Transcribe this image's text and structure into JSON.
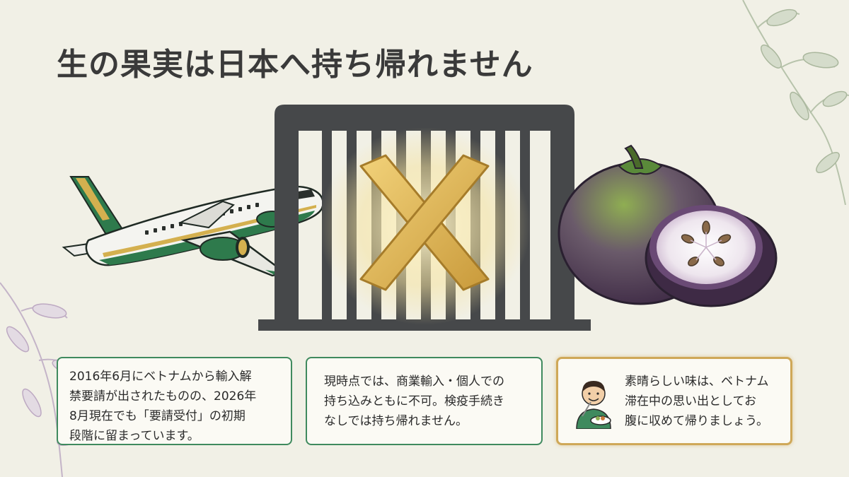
{
  "title": "生の果実は日本へ持ち帰れません",
  "cards": [
    {
      "lines": [
        "2016年6月にベトナムから輸入解",
        "禁要請が出されたものの、2026年",
        "8月現在でも「要請受付」の初期",
        "段階に留まっています。"
      ]
    },
    {
      "lines": [
        "現時点では、商業輸入・個人での",
        "持ち込みともに不可。検疫手続き",
        "なしでは持ち帰れません。"
      ]
    },
    {
      "lines": [
        "素晴らしい味は、ベトナム",
        "滞在中の思い出としてお",
        "腹に収めて帰りましょう。"
      ]
    }
  ],
  "colors": {
    "background": "#f1f0e6",
    "card_border_green": "#3f8a5e",
    "card_border_gold": "#cfa858",
    "title_text": "#3a3a3a"
  },
  "icons": {
    "airplane": "airplane-icon",
    "gate": "barrier-gate-icon",
    "cross": "prohibited-x-icon",
    "fruit": "star-apple-fruit-icon",
    "person": "person-eating-icon",
    "leaves": "leaf-decoration-icon"
  }
}
